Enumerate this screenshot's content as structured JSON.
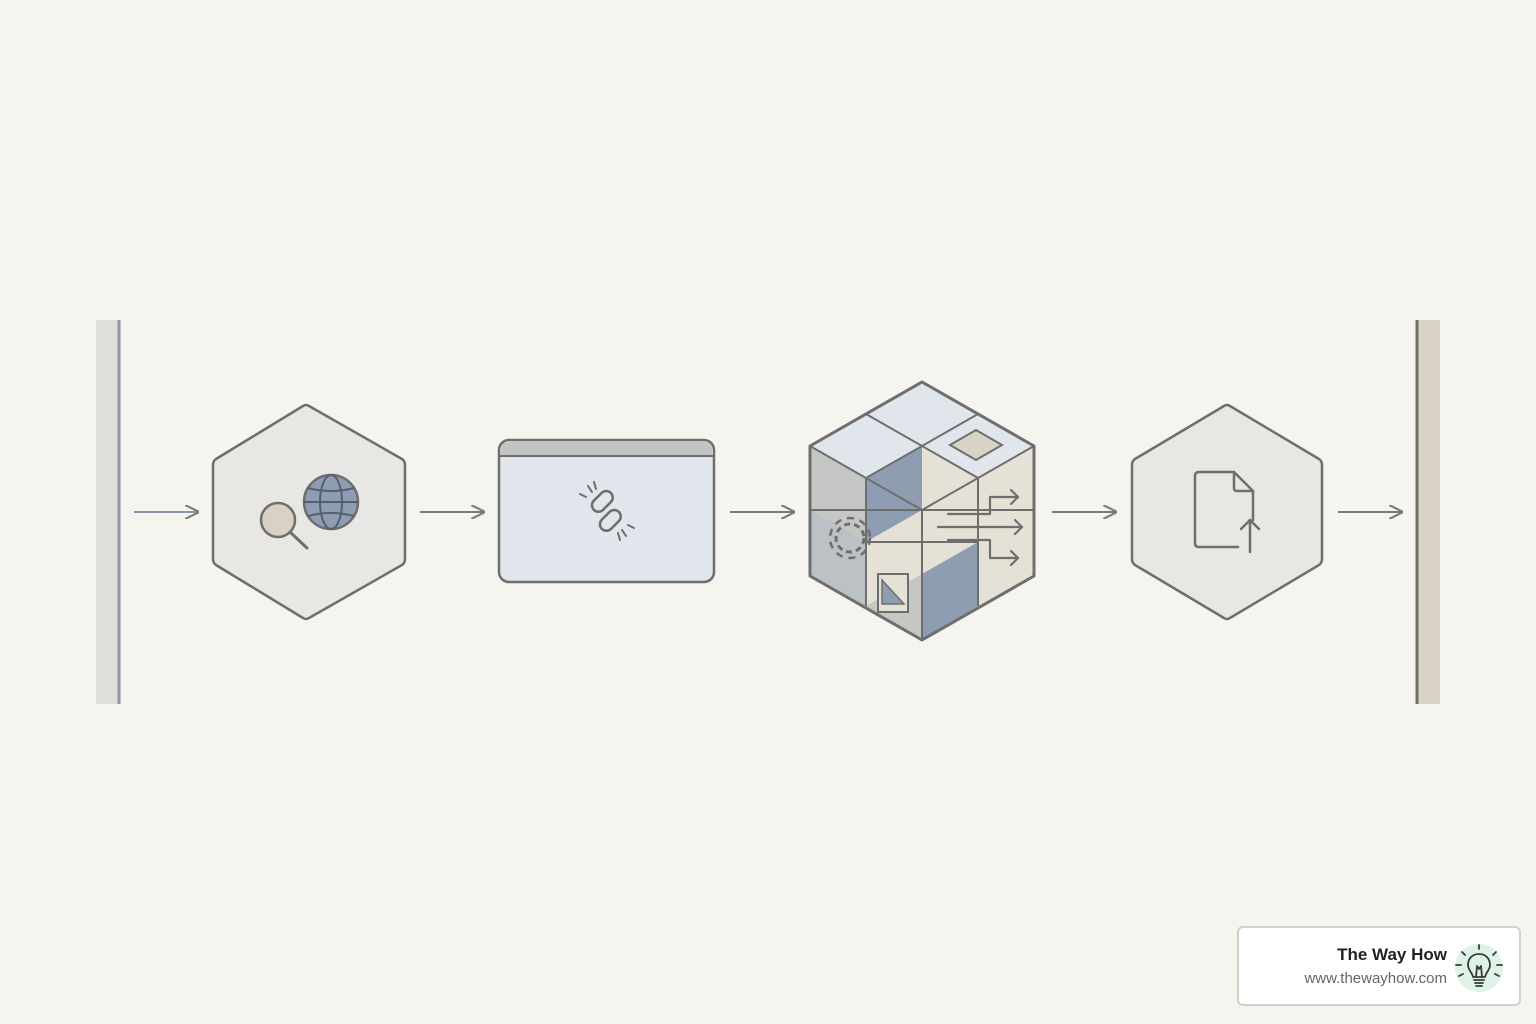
{
  "diagram": {
    "steps": [
      {
        "id": "search",
        "icon": "search-globe-icon"
      },
      {
        "id": "link",
        "icon": "link-icon"
      },
      {
        "id": "process",
        "icon": "process-cube-icon"
      },
      {
        "id": "export",
        "icon": "file-upload-icon"
      }
    ],
    "colors": {
      "background": "#f5f4ef",
      "stroke": "#6e6e6e",
      "arrow": "#7a7a7a",
      "node_fill": "#e8e7e3",
      "blue_fill": "#e1e5ec",
      "slate": "#8f9db3",
      "beige": "#e6e1d6",
      "left_bar": "#dedfda",
      "right_bar": "#d9d4c7"
    }
  },
  "branding": {
    "name": "The Way How",
    "url": "www.thewayhow.com",
    "icon": "lightbulb-icon",
    "accent": "#dff2e8"
  }
}
